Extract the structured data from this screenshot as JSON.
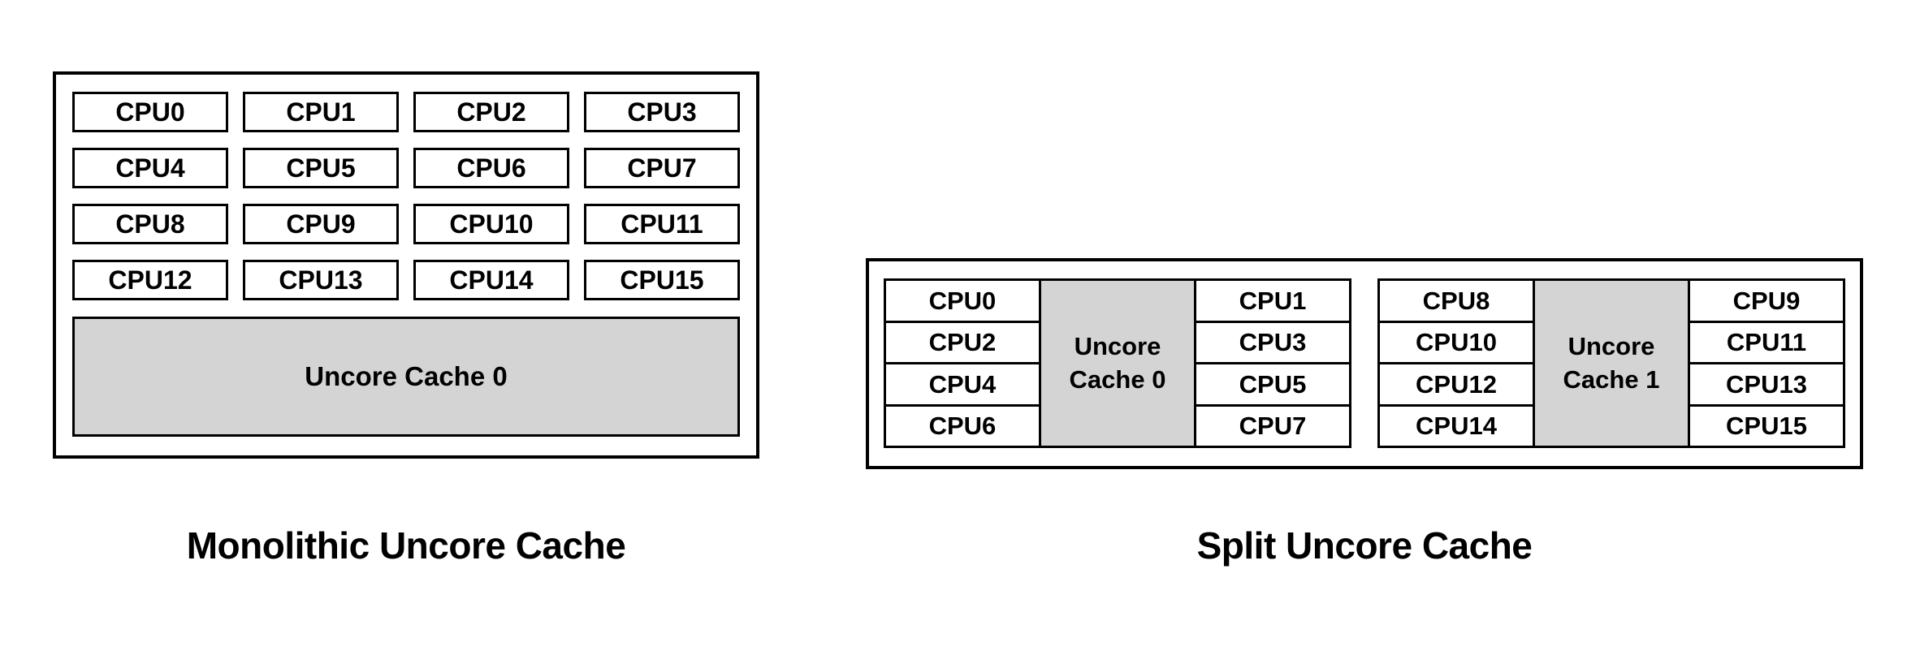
{
  "colors": {
    "background": "#ffffff",
    "border": "#000000",
    "cache_fill": "#d4d4d4",
    "cpu_fill": "#ffffff",
    "text": "#000000"
  },
  "monolithic": {
    "caption": "Monolithic Uncore Cache",
    "cache_label": "Uncore Cache 0",
    "cpus": [
      "CPU0",
      "CPU1",
      "CPU2",
      "CPU3",
      "CPU4",
      "CPU5",
      "CPU6",
      "CPU7",
      "CPU8",
      "CPU9",
      "CPU10",
      "CPU11",
      "CPU12",
      "CPU13",
      "CPU14",
      "CPU15"
    ]
  },
  "split": {
    "caption": "Split Uncore Cache",
    "groups": [
      {
        "cache_label": "Uncore Cache 0",
        "left_cpus": [
          "CPU0",
          "CPU2",
          "CPU4",
          "CPU6"
        ],
        "right_cpus": [
          "CPU1",
          "CPU3",
          "CPU5",
          "CPU7"
        ]
      },
      {
        "cache_label": "Uncore Cache 1",
        "left_cpus": [
          "CPU8",
          "CPU10",
          "CPU12",
          "CPU14"
        ],
        "right_cpus": [
          "CPU9",
          "CPU11",
          "CPU13",
          "CPU15"
        ]
      }
    ]
  }
}
